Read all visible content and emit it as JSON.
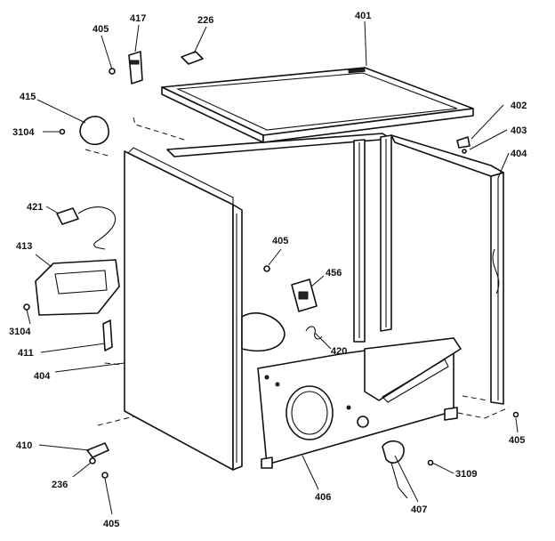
{
  "callouts": {
    "c401": "401",
    "c402": "402",
    "c403": "403",
    "c404_right": "404",
    "c404_left": "404",
    "c405_top": "405",
    "c405_mid": "405",
    "c405_right": "405",
    "c405_bottom": "405",
    "c406": "406",
    "c407": "407",
    "c410": "410",
    "c411": "411",
    "c413": "413",
    "c415": "415",
    "c417": "417",
    "c420": "420",
    "c421": "421",
    "c226": "226",
    "c236": "236",
    "c456": "456",
    "c3104_top": "3104",
    "c3104_left": "3104",
    "c3109": "3109"
  }
}
